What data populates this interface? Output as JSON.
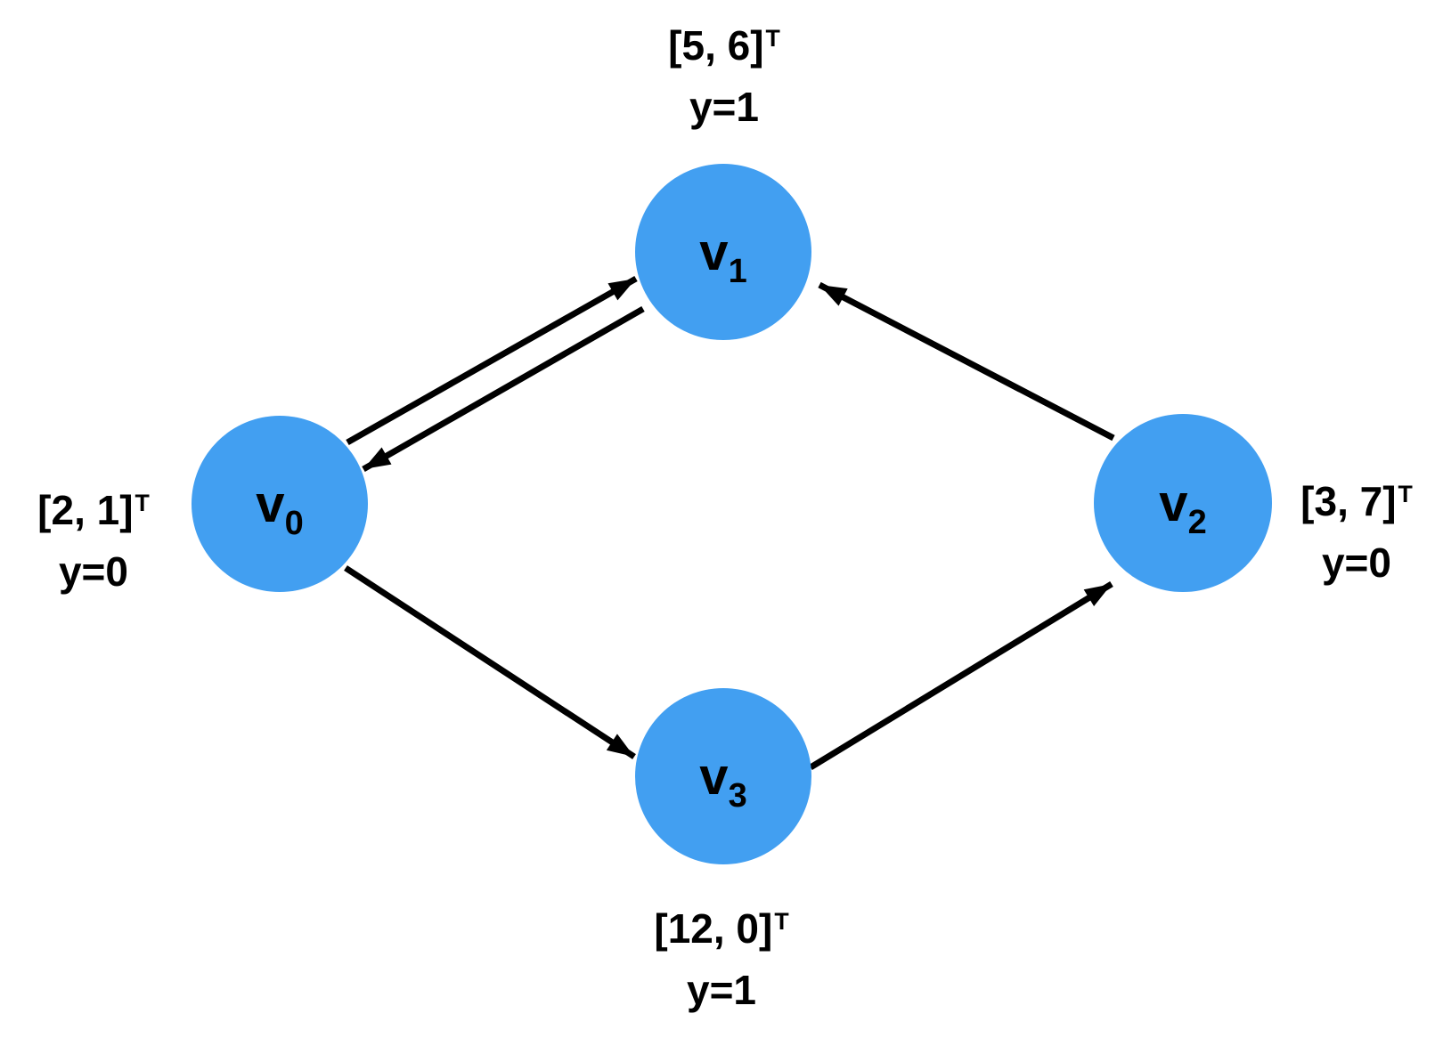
{
  "diagram": {
    "type": "directed-graph",
    "description": "Four-node directed graph with feature vectors and class labels"
  },
  "colors": {
    "node_fill": "#429FF1",
    "edge": "#000000",
    "text": "#000000",
    "background": "#FFFFFF"
  },
  "nodes": [
    {
      "id": "v0",
      "base": "v",
      "sub": "0"
    },
    {
      "id": "v1",
      "base": "v",
      "sub": "1"
    },
    {
      "id": "v2",
      "base": "v",
      "sub": "2"
    },
    {
      "id": "v3",
      "base": "v",
      "sub": "3"
    }
  ],
  "annotations": [
    {
      "node": "v0",
      "position": "left",
      "vector": "[2, 1]",
      "sup": "T",
      "class_label": "y=0"
    },
    {
      "node": "v1",
      "position": "above",
      "vector": "[5, 6]",
      "sup": "T",
      "class_label": "y=1"
    },
    {
      "node": "v2",
      "position": "right",
      "vector": "[3, 7]",
      "sup": "T",
      "class_label": "y=0"
    },
    {
      "node": "v3",
      "position": "below",
      "vector": "[12, 0]",
      "sup": "T",
      "class_label": "y=1"
    }
  ],
  "edges": [
    {
      "from": "v0",
      "to": "v1",
      "directed": true
    },
    {
      "from": "v1",
      "to": "v0",
      "directed": true
    },
    {
      "from": "v2",
      "to": "v1",
      "directed": true
    },
    {
      "from": "v0",
      "to": "v3",
      "directed": true
    },
    {
      "from": "v3",
      "to": "v2",
      "directed": true
    }
  ]
}
